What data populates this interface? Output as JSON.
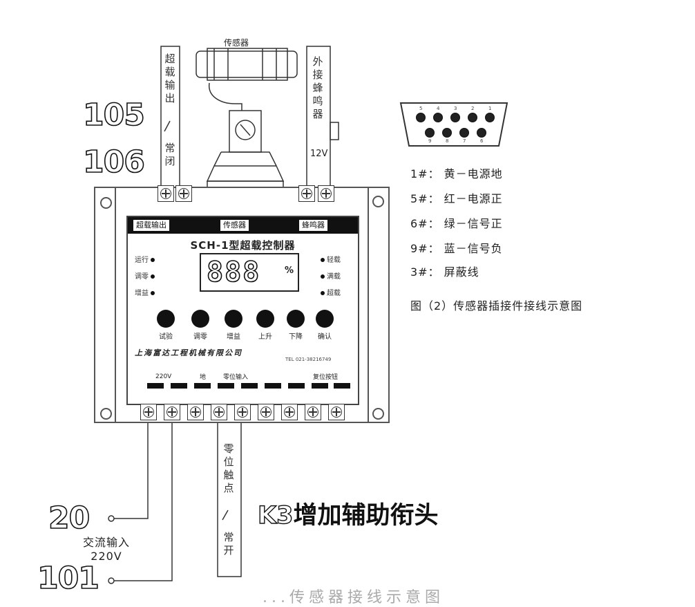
{
  "callouts": {
    "n105": "105",
    "n106": "106",
    "n20": "20",
    "n101": "101",
    "k3_prefix": "K3",
    "k3_text": "增加辅助衔头"
  },
  "top": {
    "overload_output": "超载输出",
    "normally_closed": "常闭",
    "sensor": "传感器",
    "external_buzzer": "外接蜂鸣器",
    "voltage_12v": "12V"
  },
  "controller": {
    "tags": [
      "超载输出",
      "传感器",
      "蜂鸣器"
    ],
    "model": "SCH-1型超载控制器",
    "display": "888",
    "display_unit": "%",
    "left_indicators": [
      "运行",
      "调零",
      "增益"
    ],
    "right_indicators": [
      "轻载",
      "满载",
      "超载"
    ],
    "buttons": [
      "试验",
      "调零",
      "增益",
      "上升",
      "下降",
      "确认"
    ],
    "company": "上海富达工程机械有限公司",
    "tel": "TEL 021-38216749",
    "terminal_labels": [
      "220V",
      "地",
      "零位输入",
      "复位按钮"
    ]
  },
  "bottom": {
    "zero_contact": "零位触点",
    "normally_open": "常开",
    "ac_input": "交流输入",
    "ac_voltage": "220V"
  },
  "connector": {
    "top_pins": [
      "5",
      "4",
      "3",
      "2",
      "1"
    ],
    "bottom_pins": [
      "9",
      "8",
      "7",
      "6"
    ]
  },
  "legend": [
    "1#： 黄－电源地",
    "5#： 红－电源正",
    "6#： 绿－信号正",
    "9#： 蓝－信号负",
    "3#： 屏蔽线"
  ],
  "caption": "图（2）传感器插接件接线示意图",
  "bottom_partial": "...传感器接线示意图"
}
